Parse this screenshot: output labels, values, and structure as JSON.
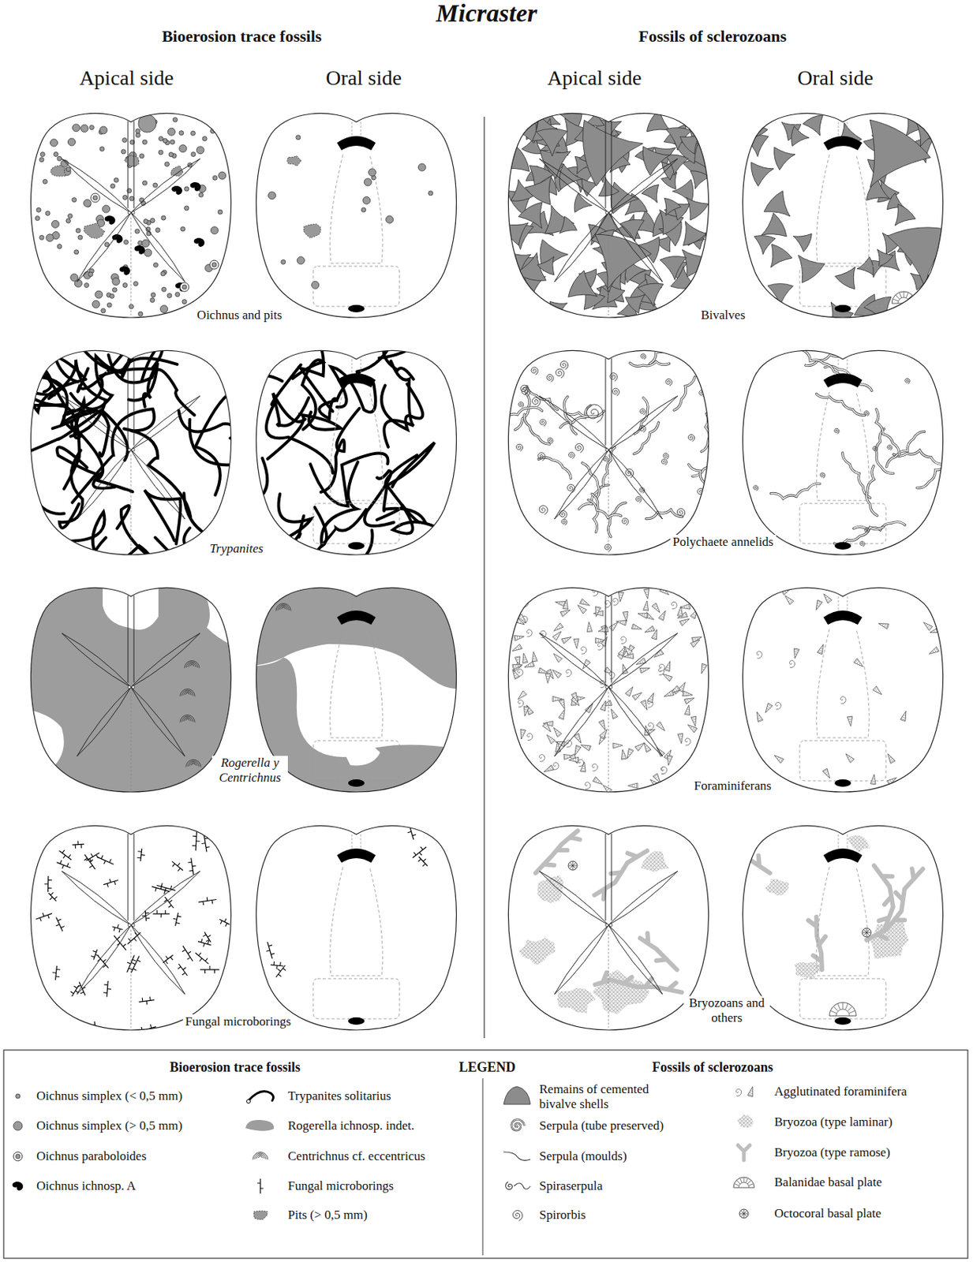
{
  "diagram": {
    "title": "Micraster",
    "labels": [
      "Bioerosion trace fossils",
      "Fossils of sclerozoans",
      "Apical side",
      "Oral side",
      "Apical side",
      "Oral side",
      "Oichnus and pits",
      "Trypanites",
      "Rogerella y Centrichnus",
      "Fungal microborings",
      "Bivalves",
      "Polychaete annelids",
      "Foraminiferans",
      "Bryozoans and others",
      "Bioerosion trace fossils",
      "LEGEND",
      "Fossils of sclerozoans"
    ],
    "legend": [
      {
        "text": "Oichnus simplex (< 0,5 mm)"
      },
      {
        "text": "Oichnus simplex (> 0,5 mm)"
      },
      {
        "text": "Oichnus paraboloides"
      },
      {
        "text": "Oichnus ichnosp. A"
      },
      {
        "text": "Trypanites solitarius"
      },
      {
        "text": "Rogerella ichnosp. indet."
      },
      {
        "text": "Centrichnus cf. eccentricus"
      },
      {
        "text": "Fungal microborings"
      },
      {
        "text": "Pits (> 0,5 mm)"
      },
      {
        "text": "Remains of cemented bivalve shells"
      },
      {
        "text": "Serpula (tube preserved)"
      },
      {
        "text": "Serpula (moulds)"
      },
      {
        "text": "Spiraserpula"
      },
      {
        "text": "Spirorbis"
      },
      {
        "text": "Agglutinated foraminifera"
      },
      {
        "text": "Bryozoa (type laminar)"
      },
      {
        "text": "Bryozoa (type ramose)"
      },
      {
        "text": "Balanidae basal plate"
      },
      {
        "text": "Octocoral basal plate"
      }
    ]
  }
}
